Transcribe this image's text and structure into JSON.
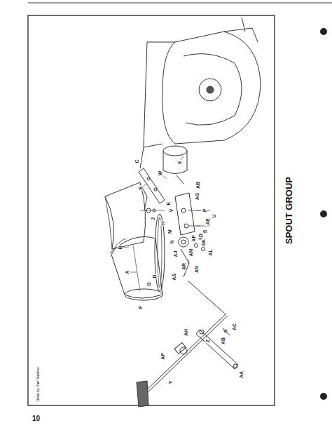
{
  "diagram": {
    "title": "SPOUT GROUP",
    "labels": [
      "E",
      "B",
      "A",
      "F",
      "G",
      "D",
      "C",
      "H",
      "J",
      "K",
      "M",
      "N",
      "V",
      "W",
      "X",
      "AG",
      "AF",
      "AE",
      "S",
      "P",
      "U",
      "AB",
      "AD",
      "AM",
      "AK",
      "AL",
      "AJ",
      "AN",
      "AR",
      "AS",
      "Y",
      "AP",
      "AH",
      "Z",
      "AA",
      "AB",
      "AC",
      "Order by Part Number",
      "10"
    ]
  }
}
